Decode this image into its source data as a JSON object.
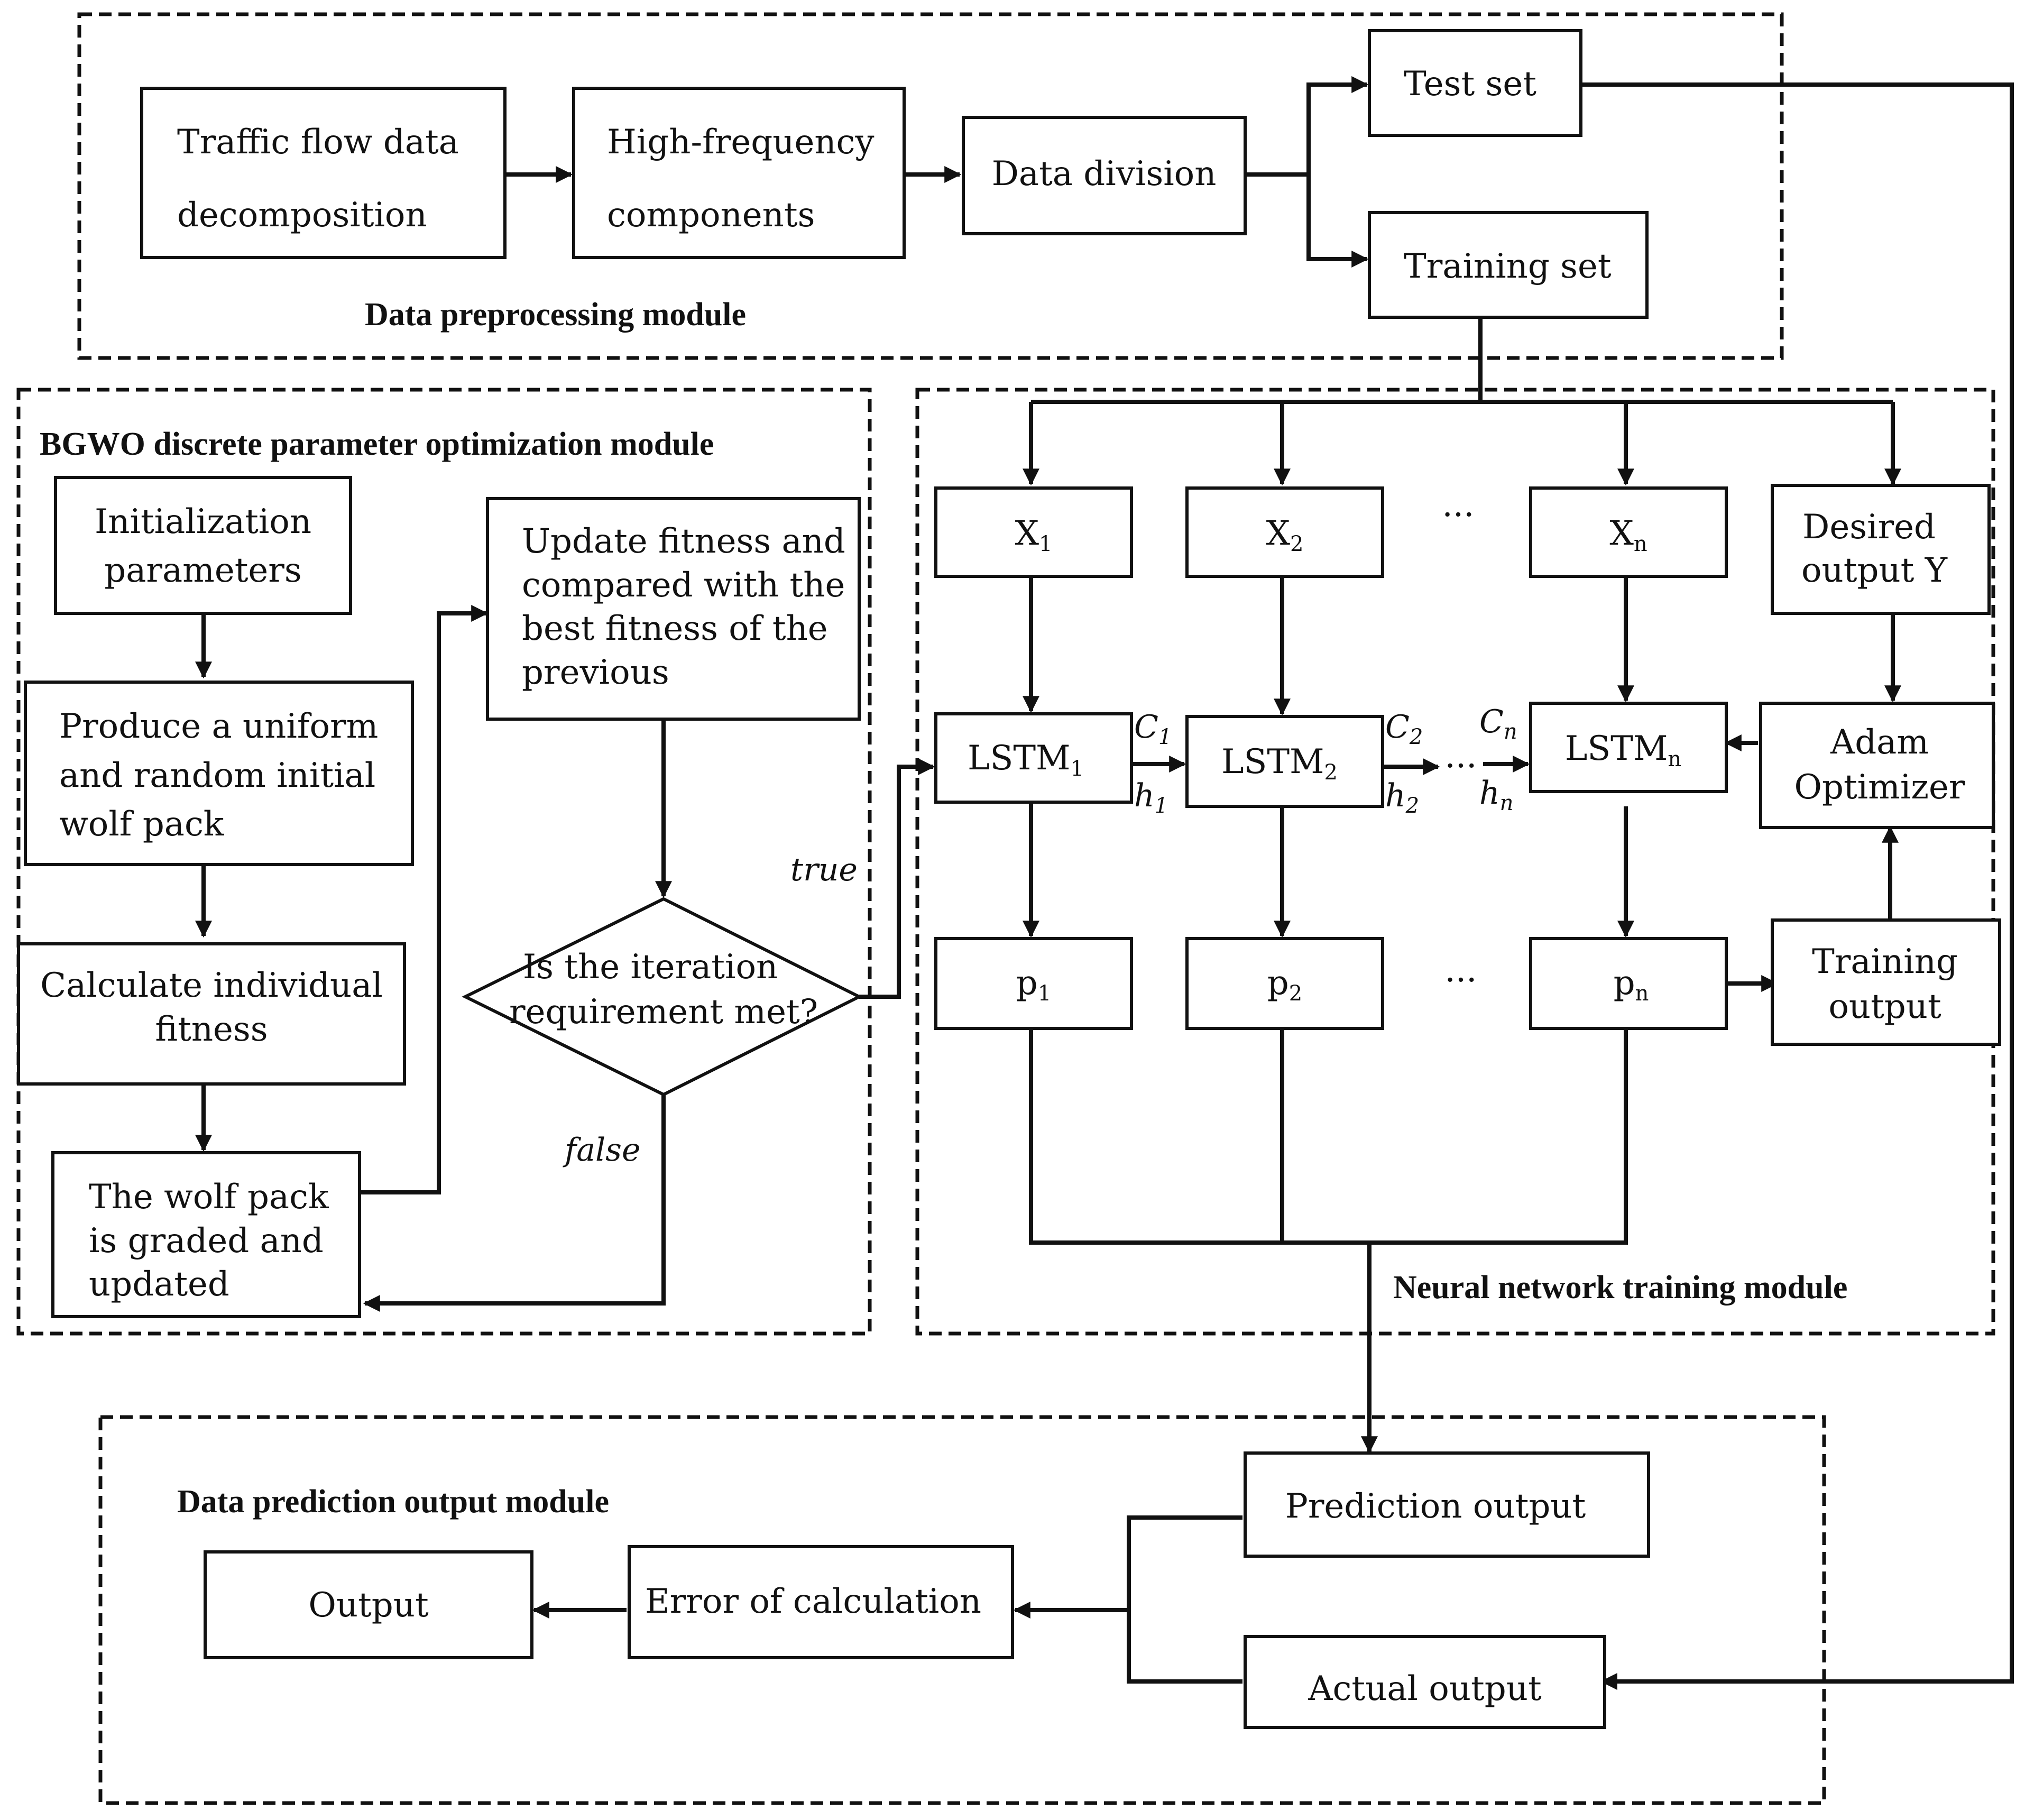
{
  "modules": {
    "preprocessing": "Data preprocessing module",
    "bgwo": "BGWO discrete parameter optimization module",
    "training": "Neural network training module",
    "prediction": "Data prediction output module"
  },
  "preprocessing": {
    "decomposition": [
      "Traffic flow data",
      "decomposition"
    ],
    "high_freq": [
      "High-frequency",
      "components"
    ],
    "division": "Data division",
    "test_set": "Test set",
    "training_set": "Training set"
  },
  "bgwo": {
    "init": [
      "Initialization",
      "parameters"
    ],
    "produce": [
      "Produce a uniform",
      "and random initial",
      "wolf pack"
    ],
    "calc": [
      "Calculate individual",
      "fitness"
    ],
    "graded": [
      "The wolf pack",
      "is graded and",
      "updated"
    ],
    "update": [
      "Update fitness and",
      "compared with the",
      "best fitness of the",
      "previous"
    ],
    "decision": [
      "Is the iteration",
      "requirement met?"
    ],
    "true_label": "true",
    "false_label": "false"
  },
  "training": {
    "x1": {
      "base": "X",
      "sub": "1"
    },
    "x2": {
      "base": "X",
      "sub": "2"
    },
    "xn": {
      "base": "X",
      "sub": "n"
    },
    "desired": [
      "Desired",
      "output Y"
    ],
    "lstm1": {
      "base": "LSTM",
      "sub": "1"
    },
    "lstm2": {
      "base": "LSTM",
      "sub": "2"
    },
    "lstmn": {
      "base": "LSTM",
      "sub": "n"
    },
    "adam": [
      "Adam",
      "Optimizer"
    ],
    "p1": {
      "base": "p",
      "sub": "1"
    },
    "p2": {
      "base": "p",
      "sub": "2"
    },
    "pn": {
      "base": "p",
      "sub": "n"
    },
    "training_output": [
      "Training",
      "output"
    ],
    "dots": "···",
    "c1": {
      "base": "C",
      "sub": "1"
    },
    "h1": {
      "base": "h",
      "sub": "1"
    },
    "c2": {
      "base": "C",
      "sub": "2"
    },
    "h2": {
      "base": "h",
      "sub": "2"
    },
    "cn": {
      "base": "C",
      "sub": "n"
    },
    "hn": {
      "base": "h",
      "sub": "n"
    }
  },
  "prediction": {
    "prediction_output": "Prediction output",
    "actual_output": "Actual output",
    "error": "Error of calculation",
    "output": "Output"
  }
}
